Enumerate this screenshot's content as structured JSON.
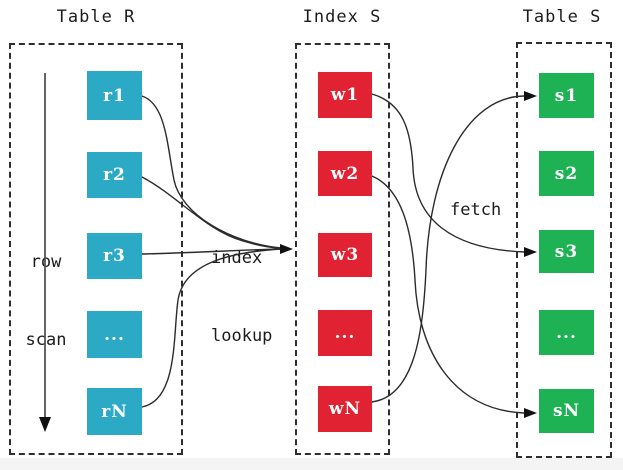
{
  "diagram": {
    "columns": [
      {
        "id": "table_r",
        "title": "Table R",
        "color": "#2BA9C5",
        "nodes": [
          "r1",
          "r2",
          "r3",
          "...",
          "rN"
        ]
      },
      {
        "id": "index_s",
        "title": "Index S",
        "color": "#E02233",
        "nodes": [
          "w1",
          "w2",
          "w3",
          "...",
          "wN"
        ]
      },
      {
        "id": "table_s",
        "title": "Table S",
        "color": "#1EB254",
        "nodes": [
          "s1",
          "s2",
          "s3",
          "...",
          "sN"
        ]
      }
    ],
    "annotations": {
      "row_scan": [
        "row",
        "scan"
      ],
      "index_lookup": [
        "index",
        "lookup"
      ],
      "fetch": "fetch"
    },
    "edges": {
      "index_lookup_sources": [
        "r1",
        "r2",
        "r3",
        "rN"
      ],
      "index_lookup_target": "Index S",
      "fetch_links": [
        {
          "from": "w1",
          "to": "s3"
        },
        {
          "from": "w2",
          "to": "sN"
        },
        {
          "from": "wN",
          "to": "s1"
        }
      ],
      "scan_arrow_direction": "top-to-bottom"
    },
    "arrow_color": "#2b2b2b",
    "border_style": "dashed #2e2e2e"
  }
}
